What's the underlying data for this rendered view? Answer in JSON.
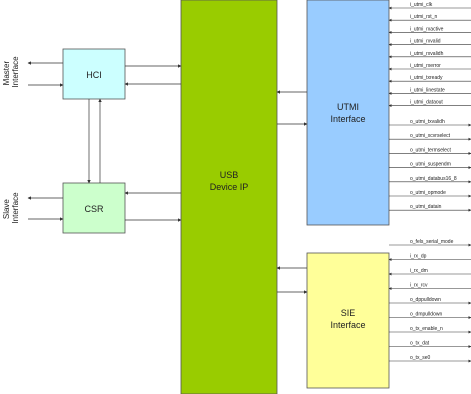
{
  "blocks": {
    "hci": {
      "label": "HCI",
      "color": "#ccffff"
    },
    "csr": {
      "label": "CSR",
      "color": "#ccffcc"
    },
    "usb": {
      "line1": "USB",
      "line2": "Device IP",
      "color": "#99cc00"
    },
    "utmi": {
      "line1": "UTMI",
      "line2": "Interface",
      "color": "#99ccff"
    },
    "sie": {
      "line1": "SIE",
      "line2": "Interface",
      "color": "#ffff99"
    }
  },
  "side_labels": {
    "master": {
      "line1": "Master",
      "line2": "Interface"
    },
    "slave": {
      "line1": "Slave",
      "line2": "Interface"
    }
  },
  "utmi_inputs": [
    "i_utmi_clk",
    "i_utmi_rst_n",
    "i_utmi_rxactive",
    "i_utmi_rxvalid",
    "i_utmi_rxvalidh",
    "i_utmi_rxerror",
    "i_utmi_txready",
    "i_utmi_linestate",
    "i_utmi_dataout"
  ],
  "utmi_outputs": [
    "o_utmi_txvalidh",
    "o_utmi_xcvrselect",
    "o_utmi_termselect",
    "o_utmi_suspendm",
    "o_utmi_databus16_8",
    "o_utmi_opmode",
    "o_utmi_datain"
  ],
  "sie_signals": [
    {
      "name": "o_fels_serial_mode",
      "dir": "out"
    },
    {
      "name": "i_rx_dp",
      "dir": "in"
    },
    {
      "name": "i_rx_dm",
      "dir": "in"
    },
    {
      "name": "i_rx_rcv",
      "dir": "in"
    },
    {
      "name": "o_dppulldown",
      "dir": "out"
    },
    {
      "name": "o_dmpulldown",
      "dir": "out"
    },
    {
      "name": "o_tx_enable_n",
      "dir": "out"
    },
    {
      "name": "o_tx_dat",
      "dir": "out"
    },
    {
      "name": "o_tx_se0",
      "dir": "out"
    }
  ]
}
